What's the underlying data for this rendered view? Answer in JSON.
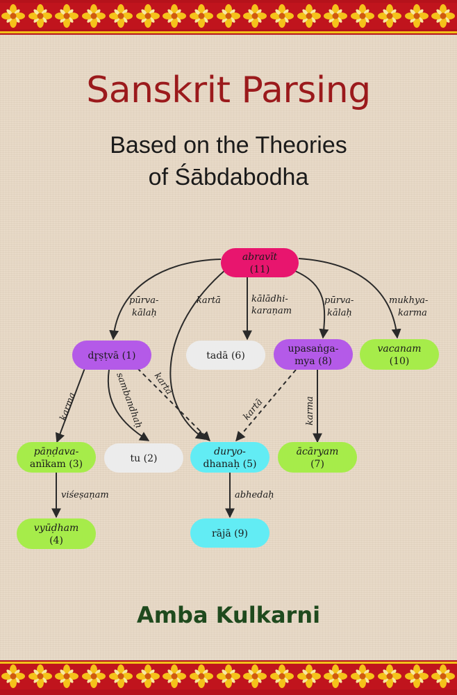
{
  "cover": {
    "title": "Sanskrit Parsing",
    "subtitle_line1": "Based on the Theories",
    "subtitle_line2": "of Śābdabodha",
    "author": "Amba Kulkarni"
  },
  "colors": {
    "border_red": "#b5121b",
    "title_red": "#9b1a1c",
    "author_green": "#1f4a1e",
    "node_magenta": "#e8156e",
    "node_purple": "#b45ae8",
    "node_green": "#a6ec4a",
    "node_cyan": "#62ecf4",
    "node_grey": "#ececec"
  },
  "diagram": {
    "nodes": [
      {
        "id": "n11",
        "line1": "abravīt",
        "line2": "(11)"
      },
      {
        "id": "n1",
        "line1": "dr̥ṣṭvā (1)",
        "line2": ""
      },
      {
        "id": "n6",
        "line1": "tadā (6)",
        "line2": ""
      },
      {
        "id": "n8",
        "line1": "upasaṅga-",
        "line2": "mya (8)"
      },
      {
        "id": "n10",
        "line1": "vacanam",
        "line2": "(10)"
      },
      {
        "id": "n3",
        "line1": "pāṇḍava-",
        "line2": "anīkam (3)"
      },
      {
        "id": "n2",
        "line1": "tu (2)",
        "line2": ""
      },
      {
        "id": "n5",
        "line1": "duryo-",
        "line2": "dhanaḥ (5)"
      },
      {
        "id": "n7",
        "line1": "ācāryam",
        "line2": "(7)"
      },
      {
        "id": "n4",
        "line1": "vyūḍham",
        "line2": "(4)"
      },
      {
        "id": "n9",
        "line1": "rājā (9)",
        "line2": ""
      }
    ],
    "edges": [
      {
        "id": "e1",
        "line1": "pūrva-",
        "line2": "kālaḥ"
      },
      {
        "id": "e2",
        "line1": "kartā",
        "line2": ""
      },
      {
        "id": "e3",
        "line1": "kālādhi-",
        "line2": "karaṇam"
      },
      {
        "id": "e4",
        "line1": "pūrva-",
        "line2": "kālaḥ"
      },
      {
        "id": "e5",
        "line1": "mukhya-",
        "line2": "karma"
      },
      {
        "id": "e6",
        "line1": "karma",
        "line2": ""
      },
      {
        "id": "e7",
        "line1": "sambandhaḥ",
        "line2": ""
      },
      {
        "id": "e8",
        "line1": "kartā",
        "line2": ""
      },
      {
        "id": "e9",
        "line1": "kartā",
        "line2": ""
      },
      {
        "id": "e10",
        "line1": "karma",
        "line2": ""
      },
      {
        "id": "e11",
        "line1": "viśeṣaṇam",
        "line2": ""
      },
      {
        "id": "e12",
        "line1": "abhedaḥ",
        "line2": ""
      }
    ]
  }
}
